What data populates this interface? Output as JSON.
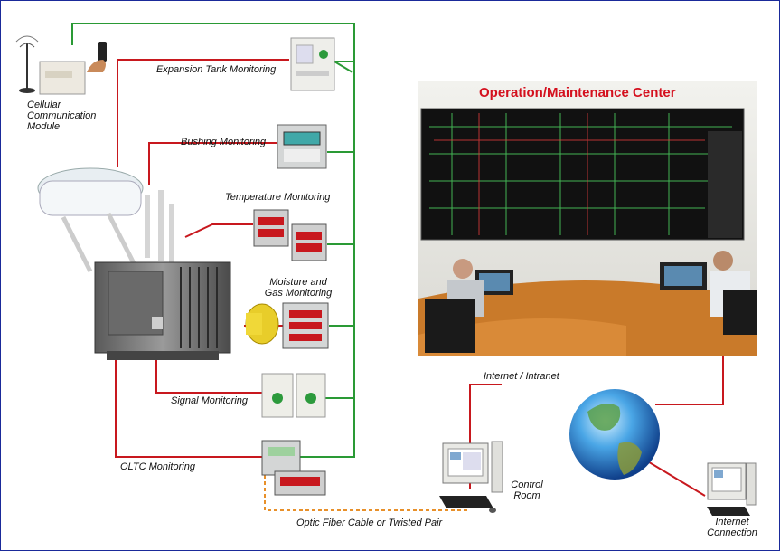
{
  "title": "Operation/Maintenance Center",
  "colors": {
    "bus_line": "#2a9a35",
    "signal_line": "#c8181e",
    "fiber_line": "#e8902a",
    "title": "#d4101e",
    "border": "#1a2a9a"
  },
  "labels": {
    "cellular": "Cellular Communication Module",
    "expansion_tank": "Expansion Tank Monitoring",
    "bushing": "Bushing Monitoring",
    "temperature": "Temperature Monitoring",
    "moisture_gas": "Moisture and Gas Monitoring",
    "signal": "Signal Monitoring",
    "oltc": "OLTC Monitoring",
    "internet_intranet": "Internet / Intranet",
    "control_room": "Control Room",
    "internet_connection": "Internet Connection",
    "fiber": "Optic Fiber Cable or Twisted Pair"
  },
  "icons": {
    "cellular_module": "cellular-module-icon",
    "mobile_phone": "mobile-phone-icon",
    "transformer": "power-transformer-icon",
    "globe": "globe-icon",
    "control_room_pc": "computer-workstation-icon",
    "internet_pc": "computer-workstation-icon"
  }
}
